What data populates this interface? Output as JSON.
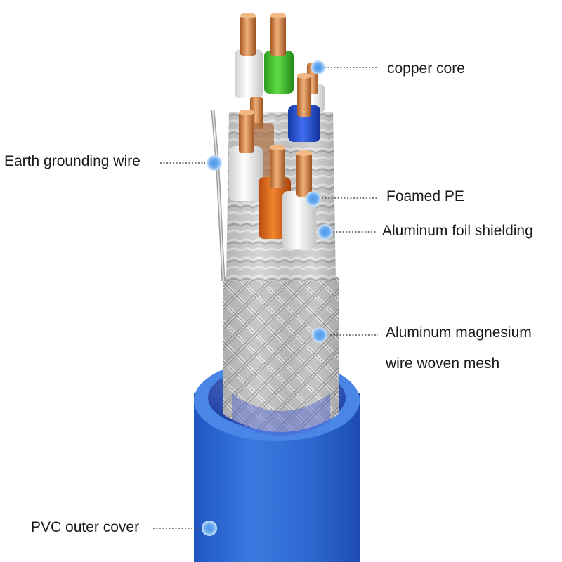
{
  "labels": {
    "copper_core": "copper core",
    "earth_wire": "Earth grounding wire",
    "foamed_pe": "Foamed PE",
    "foil_shield": "Aluminum foil shielding",
    "mesh_line1": "Aluminum magnesium",
    "mesh_line2": "wire woven mesh",
    "pvc_cover": "PVC outer cover"
  },
  "colors": {
    "jacket": "#2f6fd6",
    "copper": "#d48a4a",
    "marker": "#5aa2ec",
    "insulation_green": "#3cbf2a",
    "insulation_blue": "#1f4fd0",
    "insulation_orange": "#e0661e",
    "insulation_white": "#f2f2f2",
    "leader": "#555555"
  }
}
